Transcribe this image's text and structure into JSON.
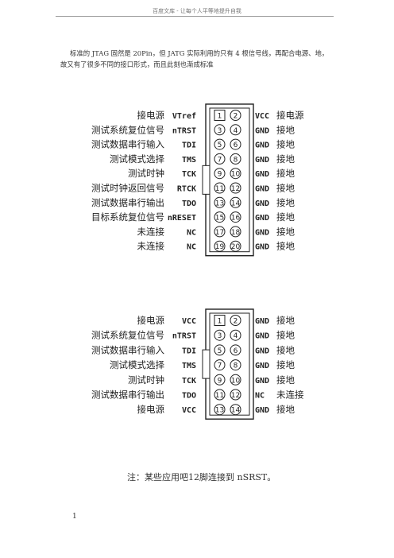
{
  "header": "百度文库 - 让每个人平等地提升自我",
  "intro": "标准的 JTAG 固然是 20Pin，但 JATG 实际利用的只有 4 根信号线，再配合电源、地，故又有了很多不同的接口形式，而且此刻也渐成标准",
  "connector20": {
    "rows": [
      {
        "cn_left": "接电源",
        "sig_left": "VTref",
        "pin_left": "1",
        "pin_right": "2",
        "sig_right": "VCC",
        "cn_right": "接电源"
      },
      {
        "cn_left": "测试系统复位信号",
        "sig_left": "nTRST",
        "pin_left": "3",
        "pin_right": "4",
        "sig_right": "GND",
        "cn_right": "接地"
      },
      {
        "cn_left": "测试数据串行输入",
        "sig_left": "TDI",
        "pin_left": "5",
        "pin_right": "6",
        "sig_right": "GND",
        "cn_right": "接地"
      },
      {
        "cn_left": "测试模式选择",
        "sig_left": "TMS",
        "pin_left": "7",
        "pin_right": "8",
        "sig_right": "GND",
        "cn_right": "接地"
      },
      {
        "cn_left": "测试时钟",
        "sig_left": "TCK",
        "pin_left": "9",
        "pin_right": "10",
        "sig_right": "GND",
        "cn_right": "接地"
      },
      {
        "cn_left": "测试时钟返回信号",
        "sig_left": "RTCK",
        "pin_left": "11",
        "pin_right": "12",
        "sig_right": "GND",
        "cn_right": "接地"
      },
      {
        "cn_left": "测试数据串行输出",
        "sig_left": "TDO",
        "pin_left": "13",
        "pin_right": "14",
        "sig_right": "GND",
        "cn_right": "接地"
      },
      {
        "cn_left": "目标系统复位信号",
        "sig_left": "nRESET",
        "pin_left": "15",
        "pin_right": "16",
        "sig_right": "GND",
        "cn_right": "接地"
      },
      {
        "cn_left": "未连接",
        "sig_left": "NC",
        "pin_left": "17",
        "pin_right": "18",
        "sig_right": "GND",
        "cn_right": "接地"
      },
      {
        "cn_left": "未连接",
        "sig_left": "NC",
        "pin_left": "19",
        "pin_right": "20",
        "sig_right": "GND",
        "cn_right": "接地"
      }
    ]
  },
  "connector14": {
    "rows": [
      {
        "cn_left": "接电源",
        "sig_left": "VCC",
        "pin_left": "1",
        "pin_right": "2",
        "sig_right": "GND",
        "cn_right": "接地"
      },
      {
        "cn_left": "测试系统复位信号",
        "sig_left": "nTRST",
        "pin_left": "3",
        "pin_right": "4",
        "sig_right": "GND",
        "cn_right": "接地"
      },
      {
        "cn_left": "测试数据串行输入",
        "sig_left": "TDI",
        "pin_left": "5",
        "pin_right": "6",
        "sig_right": "GND",
        "cn_right": "接地"
      },
      {
        "cn_left": "测试模式选择",
        "sig_left": "TMS",
        "pin_left": "7",
        "pin_right": "8",
        "sig_right": "GND",
        "cn_right": "接地"
      },
      {
        "cn_left": "测试时钟",
        "sig_left": "TCK",
        "pin_left": "9",
        "pin_right": "10",
        "sig_right": "GND",
        "cn_right": "接地"
      },
      {
        "cn_left": "测试数据串行输出",
        "sig_left": "TDO",
        "pin_left": "11",
        "pin_right": "12",
        "sig_right": "NC",
        "cn_right": "未连接"
      },
      {
        "cn_left": "接电源",
        "sig_left": "VCC",
        "pin_left": "13",
        "pin_right": "14",
        "sig_right": "GND",
        "cn_right": "接地"
      }
    ]
  },
  "note": "注：某些应用吧12脚连接到 nSRST。",
  "page_number": "1"
}
